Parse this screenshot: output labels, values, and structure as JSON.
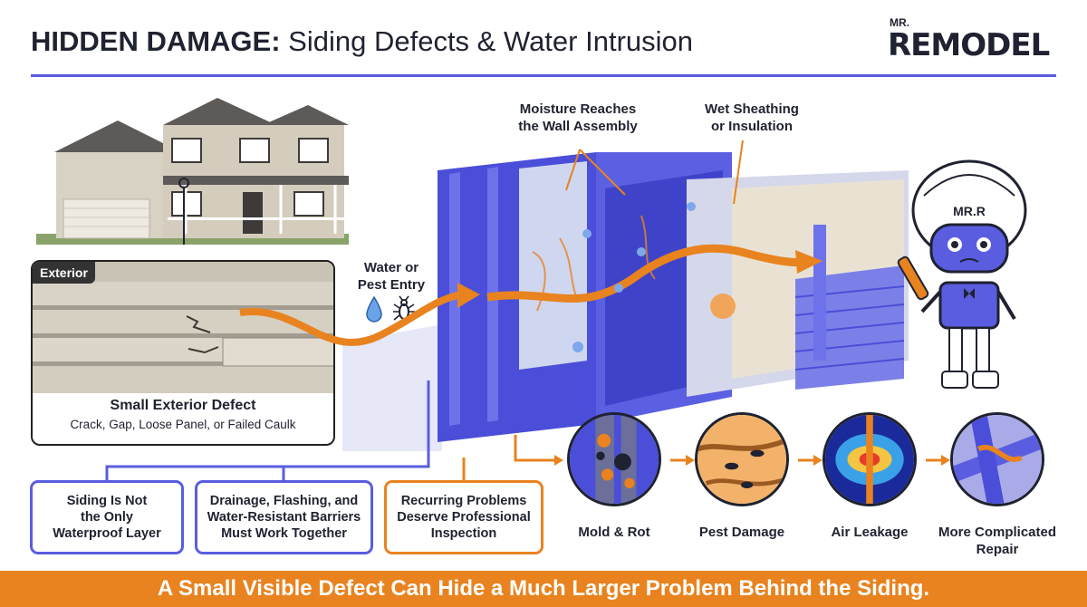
{
  "header": {
    "title_bold": "HIDDEN DAMAGE:",
    "title_rest": " Siding Defects & Water Intrusion",
    "logo_top": "MR.",
    "logo_word": "REMODEL"
  },
  "exterior_card": {
    "tag": "Exterior",
    "defect_title": "Small Exterior Defect",
    "defect_subtitle": "Crack, Gap, Loose Panel, or Failed Caulk"
  },
  "entry": {
    "label_line1": "Water or",
    "label_line2": "Pest Entry",
    "icons": [
      "water-drop-icon",
      "bug-icon"
    ]
  },
  "wall_labels": {
    "moisture_line1": "Moisture Reaches",
    "moisture_line2": "the Wall Assembly",
    "wet_line1": "Wet Sheathing",
    "wet_line2": "or Insulation"
  },
  "robot": {
    "helmet_text": "MR.R"
  },
  "info_boxes": [
    {
      "line1": "Siding Is Not",
      "line2": "the Only",
      "line3": "Waterproof Layer"
    },
    {
      "line1": "Drainage, Flashing, and",
      "line2": "Water-Resistant Barriers",
      "line3": "Must Work Together"
    },
    {
      "line1": "Recurring Problems",
      "line2": "Deserve Professional",
      "line3": "Inspection"
    }
  ],
  "consequences": [
    {
      "line1": "Mold & Rot",
      "line2": ""
    },
    {
      "line1": "Pest Damage",
      "line2": ""
    },
    {
      "line1": "Air Leakage",
      "line2": ""
    },
    {
      "line1": "More Complicated",
      "line2": "Repair"
    }
  ],
  "footer": {
    "text": "A Small Visible Defect Can Hide a Much Larger Problem Behind the Siding."
  },
  "colors": {
    "accent_blue": "#5a5de0",
    "accent_orange": "#e8831f",
    "dark": "#1f2230"
  }
}
